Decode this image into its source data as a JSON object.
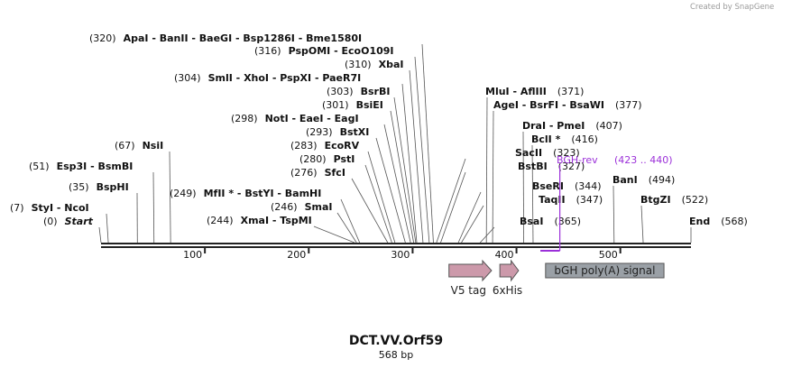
{
  "credit": "Created by  SnapGene",
  "title": "DCT.VV.Orf59",
  "subtitle": "568 bp",
  "sequence_length": 568,
  "ruler_ticks": [
    "100",
    "200",
    "300",
    "400",
    "500"
  ],
  "ruler_values": [
    100,
    200,
    300,
    400,
    500
  ],
  "site_labels": [
    {
      "pos": "(0)",
      "text": "Start",
      "site": 0
    },
    {
      "pos": "(7)",
      "text": "StyI  -  NcoI",
      "site": 7
    },
    {
      "pos": "(35)",
      "text": "BspHI",
      "site": 35
    },
    {
      "pos": "(51)",
      "text": "Esp3I  -  BsmBI",
      "site": 51
    },
    {
      "pos": "(67)",
      "text": "NsiI",
      "site": 67
    },
    {
      "pos": "(244)",
      "text": "XmaI  -  TspMI",
      "site": 244
    },
    {
      "pos": "(246)",
      "text": "SmaI",
      "site": 246
    },
    {
      "pos": "(249)",
      "text": "MfII *  -  BstYI  -  BamHI",
      "site": 249
    },
    {
      "pos": "(276)",
      "text": "SfcI",
      "site": 276
    },
    {
      "pos": "(280)",
      "text": "PstI",
      "site": 280
    },
    {
      "pos": "(283)",
      "text": "EcoRV",
      "site": 283
    },
    {
      "pos": "(293)",
      "text": "BstXI",
      "site": 293
    },
    {
      "pos": "(298)",
      "text": "NotI  -  EaeI  -  EagI",
      "site": 298
    },
    {
      "pos": "(301)",
      "text": "BsiEI",
      "site": 301
    },
    {
      "pos": "(303)",
      "text": "BsrBI",
      "site": 303
    },
    {
      "pos": "(304)",
      "text": "SmlI  -  XhoI  -  PspXI  -  PaeR7I",
      "site": 304
    },
    {
      "pos": "(310)",
      "text": "XbaI",
      "site": 310
    },
    {
      "pos": "(316)",
      "text": "PspOMI  -  EcoO109I",
      "site": 316
    },
    {
      "pos": "(320)",
      "text": "ApaI  -  BanII  -  BaeGI  -  Bsp1286I  -  Bme1580I",
      "site": 320
    },
    {
      "pos": "(323)",
      "text": "SacII",
      "site": 323
    },
    {
      "pos": "(327)",
      "text": "BstBI",
      "site": 327
    },
    {
      "pos": "(344)",
      "text": "BseRI",
      "site": 344
    },
    {
      "pos": "(347)",
      "text": "TaqII",
      "site": 347
    },
    {
      "pos": "(365)",
      "text": "BsaI",
      "site": 365
    },
    {
      "pos": "(371)",
      "text": "MluI  -  AflIII",
      "site": 371
    },
    {
      "pos": "(377)",
      "text": "AgeI  -  BsrFI  -  BsaWI",
      "site": 377
    },
    {
      "pos": "(407)",
      "text": "DraI  -  PmeI",
      "site": 407
    },
    {
      "pos": "(416)",
      "text": "BclI *",
      "site": 416
    },
    {
      "pos": "(494)",
      "text": "BanI",
      "site": 494
    },
    {
      "pos": "(522)",
      "text": "BtgZI",
      "site": 522
    },
    {
      "pos": "(568)",
      "text": "End",
      "site": 568
    }
  ],
  "primer": {
    "name": "BGH-rev",
    "range": "(423 .. 440)",
    "start": 423,
    "end": 440,
    "color": "#9b30d9"
  },
  "features": [
    {
      "label": "V5 tag",
      "start": 335,
      "end": 376,
      "shape": "arrow",
      "color": "#cc99aa"
    },
    {
      "label": "6xHis",
      "start": 384,
      "end": 402,
      "shape": "arrow",
      "color": "#cc99aa"
    },
    {
      "label": "bGH poly(A) signal",
      "start": 428,
      "end": 542,
      "shape": "box",
      "color": "#9aa0a6"
    }
  ]
}
